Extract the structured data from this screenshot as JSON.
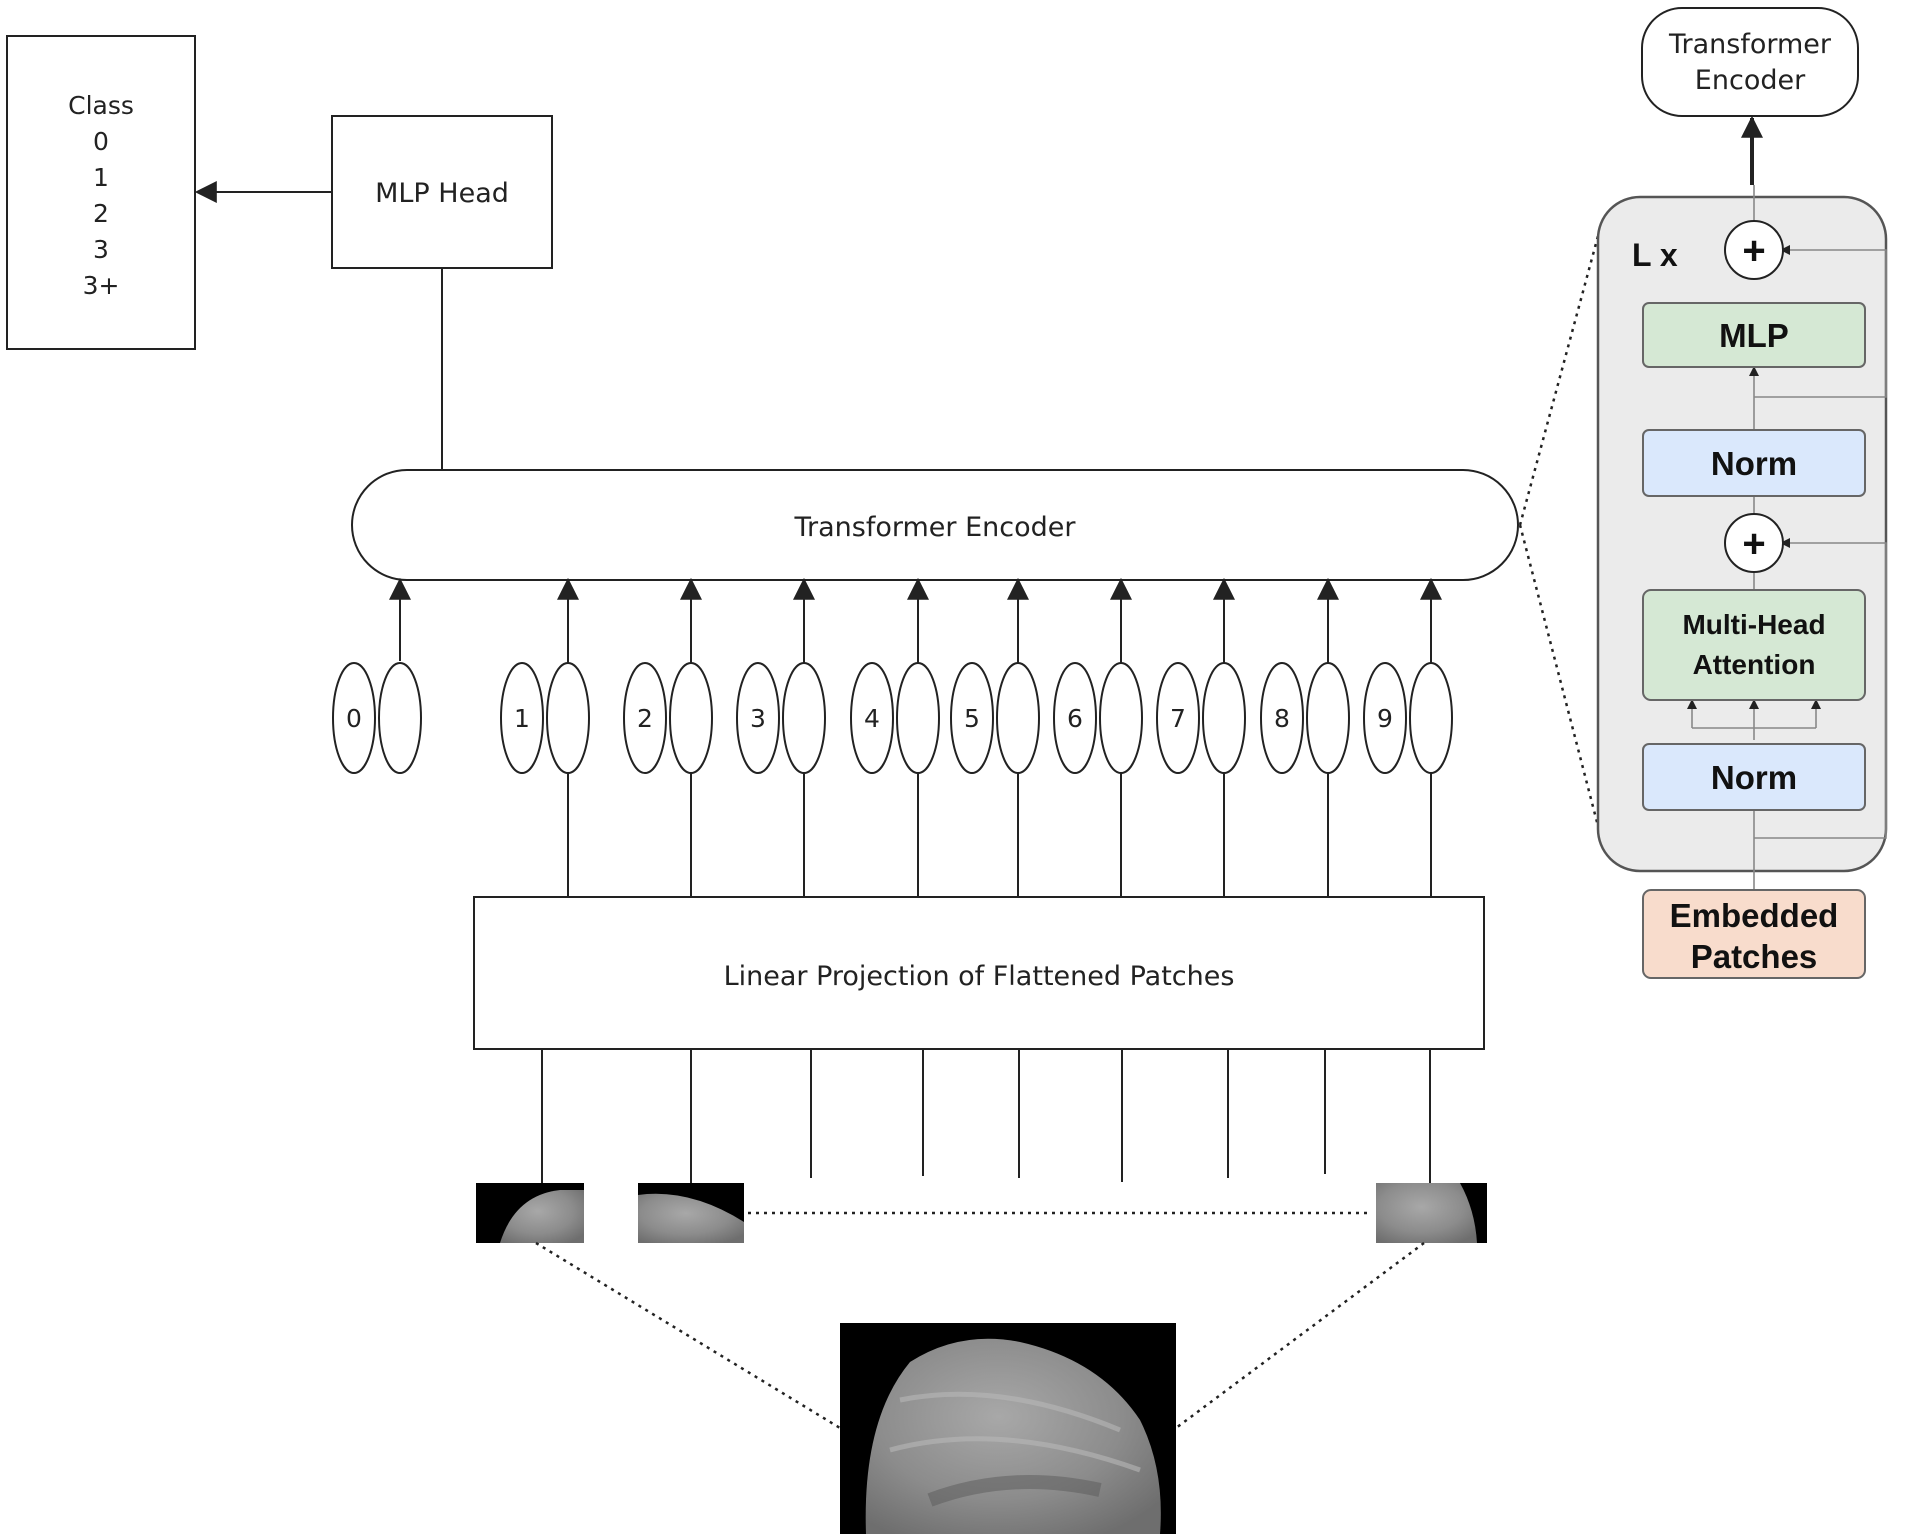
{
  "class_box": {
    "title": "Class",
    "items": [
      "0",
      "1",
      "2",
      "3",
      "3+"
    ]
  },
  "mlp_head": {
    "label": "MLP Head"
  },
  "encoder": {
    "label": "Transformer Encoder"
  },
  "projection": {
    "label": "Linear Projection of Flattened Patches"
  },
  "tokens": [
    "0",
    "1",
    "2",
    "3",
    "4",
    "5",
    "6",
    "7",
    "8",
    "9"
  ],
  "detail": {
    "top_label_line1": "Transformer",
    "top_label_line2": "Encoder",
    "repeat_label": "L x",
    "plus_symbol": "+",
    "mlp_label": "MLP",
    "norm_label": "Norm",
    "attention_line1": "Multi-Head",
    "attention_line2": "Attention",
    "embedded_line1": "Embedded",
    "embedded_line2": "Patches"
  },
  "colors": {
    "mlp_fill": "#d5e8d4",
    "norm_fill": "#dae8fc",
    "embedded_fill": "#f8dccc",
    "panel_fill": "#ebebeb"
  }
}
